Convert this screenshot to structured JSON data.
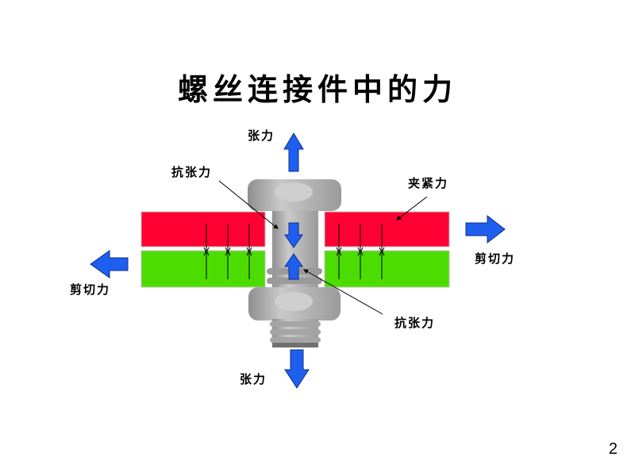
{
  "title": "螺丝连接件中的力",
  "labels": {
    "tension_top": "张力",
    "tension_bottom": "张力",
    "anti_tension_top": "抗张力",
    "anti_tension_bottom": "抗张力",
    "clamping_force": "夹紧力",
    "shear_right": "剪切力",
    "shear_left": "剪切力"
  },
  "page_number": "2",
  "colors": {
    "upper_plate": "#FF0033",
    "lower_plate": "#4DDC00",
    "arrow": "#1F5FF0",
    "bolt": "#A8A8A8"
  }
}
